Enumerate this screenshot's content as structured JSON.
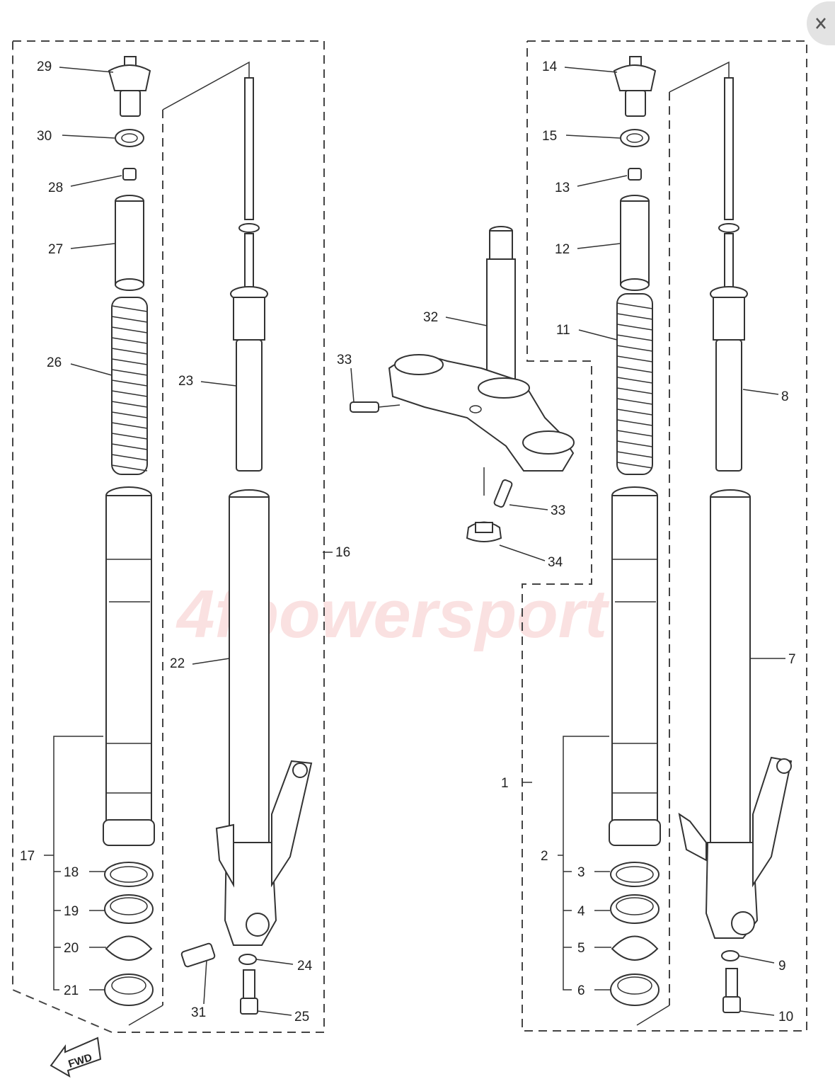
{
  "labels": {
    "l1": "1",
    "l2": "2",
    "l3": "3",
    "l4": "4",
    "l5": "5",
    "l6": "6",
    "l7": "7",
    "l8": "8",
    "l9": "9",
    "l10": "10",
    "l11": "11",
    "l12": "12",
    "l13": "13",
    "l14": "14",
    "l15": "15",
    "l16": "16",
    "l17": "17",
    "l18": "18",
    "l19": "19",
    "l20": "20",
    "l21": "21",
    "l22": "22",
    "l23": "23",
    "l24": "24",
    "l25": "25",
    "l26": "26",
    "l27": "27",
    "l28": "28",
    "l29": "29",
    "l30": "30",
    "l31": "31",
    "l32": "32",
    "l33a": "33",
    "l33b": "33",
    "l34": "34"
  },
  "fwd_label": "FWD",
  "watermark": "4fpowersport",
  "close_icon": "close-icon"
}
